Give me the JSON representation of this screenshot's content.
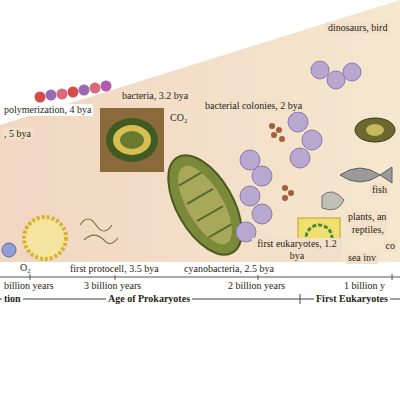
{
  "diagram": {
    "labels": [
      "dinosaurs, bird",
      "polymerization, 4 bya",
      ", 5 bya",
      "bacteria, 3.2 bya",
      "bacterial colonies, 2 bya",
      "CO₂",
      "O₂",
      "fish",
      "plants, an",
      "reptiles,",
      "co",
      "first eukaryotes, 1.2 bya",
      "sea inv",
      "first protocell, 3.5 bya",
      "cyanobacteria, 2.5 bya",
      "billion years",
      "3 billion years",
      "2 billion years",
      "1 billion y",
      "tion",
      "Age of Prokaryotes",
      "First Eukaryotes"
    ]
  }
}
